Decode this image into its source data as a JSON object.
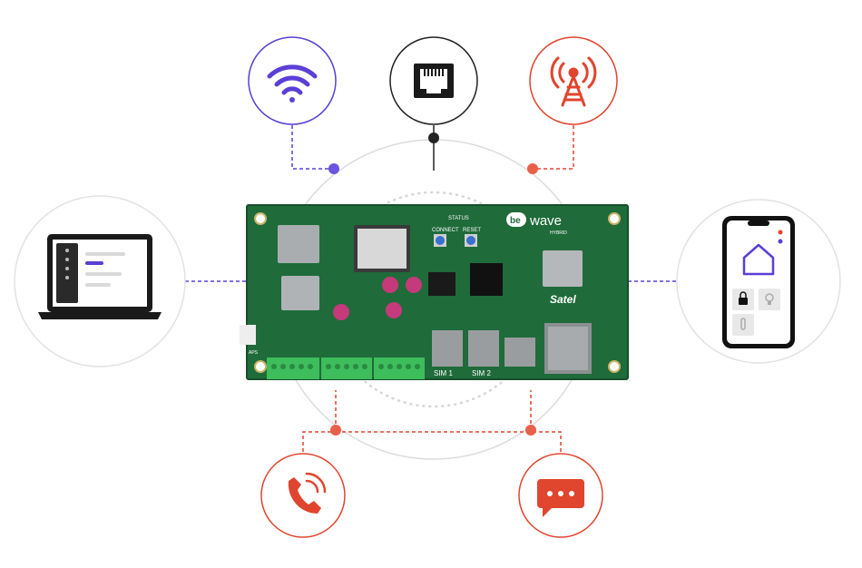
{
  "board": {
    "status_label": "STATUS",
    "connect_label": "CONNECT",
    "reset_label": "RESET",
    "sim1_label": "SIM 1",
    "sim2_label": "SIM 2",
    "aps_label": "APS",
    "logo_be": "be",
    "logo_wave": "wave",
    "logo_hybrid": "HYBRID",
    "brand": "Satel"
  },
  "colors": {
    "wifi": "#5b3fd6",
    "ethernet": "#222222",
    "cellular": "#e0452e",
    "phone": "#e0452e",
    "sms": "#e0452e",
    "pcb": "#1f6b3a",
    "terminal": "#3dbd5c"
  },
  "icons": {
    "wifi": "wifi-icon",
    "ethernet": "ethernet-port-icon",
    "cellular": "cell-tower-icon",
    "laptop": "laptop-icon",
    "smartphone": "smartphone-icon",
    "phone": "phone-call-icon",
    "sms": "sms-message-icon"
  }
}
